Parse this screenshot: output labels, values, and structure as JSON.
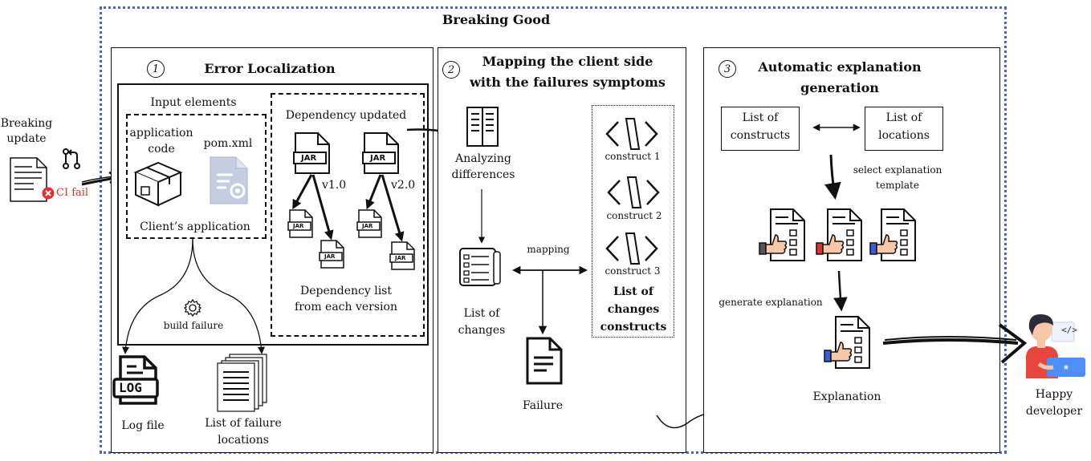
{
  "title": "Breaking Good",
  "left": {
    "label_line1": "Breaking",
    "label_line2": "update",
    "ci_fail": "CI fail"
  },
  "panel1": {
    "number": "1",
    "title": "Error Localization",
    "input_elements": "Input elements",
    "app_code_line1": "application",
    "app_code_line2": "code",
    "pom": "pom.xml",
    "client_app": "Client’s  application",
    "dep_updated": "Dependency updated",
    "jar": "JAR",
    "v1": "v1.0",
    "v2": "v2.0",
    "dep_list_line1": "Dependency list",
    "dep_list_line2": "from each version",
    "build_failure": "build failure",
    "log_icon_text": "LOG",
    "log_file": "Log file",
    "failure_locations_line1": "List of  failure",
    "failure_locations_line2": "locations"
  },
  "panel2": {
    "number": "2",
    "title_line1": "Mapping the client side",
    "title_line2": "with the failures symptoms",
    "analyzing_line1": "Analyzing",
    "analyzing_line2": "differences",
    "mapping": "mapping",
    "list_changes_line1": "List of",
    "list_changes_line2": "changes",
    "failure": "Failure",
    "construct1": "construct 1",
    "construct2": "construct 2",
    "construct3": "construct 3",
    "constructs_line1": "List of",
    "constructs_line2": "changes",
    "constructs_line3": "constructs"
  },
  "panel3": {
    "number": "3",
    "title_line1": "Automatic explanation",
    "title_line2": "generation",
    "list_constructs_line1": "List of",
    "list_constructs_line2": "constructs",
    "list_locations_line1": "List of",
    "list_locations_line2": "locations",
    "select_template_line1": "select explanation",
    "select_template_line2": "template",
    "generate_explanation": "generate explanation",
    "explanation": "Explanation"
  },
  "right": {
    "code_badge": "</>",
    "label_line1": "Happy",
    "label_line2": "developer"
  },
  "colors": {
    "outer_border": "#4a62d8",
    "fail_red": "#e03131",
    "template_dark": "#555555",
    "template_red": "#e03131",
    "template_blue": "#3b5bdb",
    "skin": "#f6c8a8",
    "developer_shirt": "#e8453c",
    "laptop": "#4f8ef7"
  }
}
